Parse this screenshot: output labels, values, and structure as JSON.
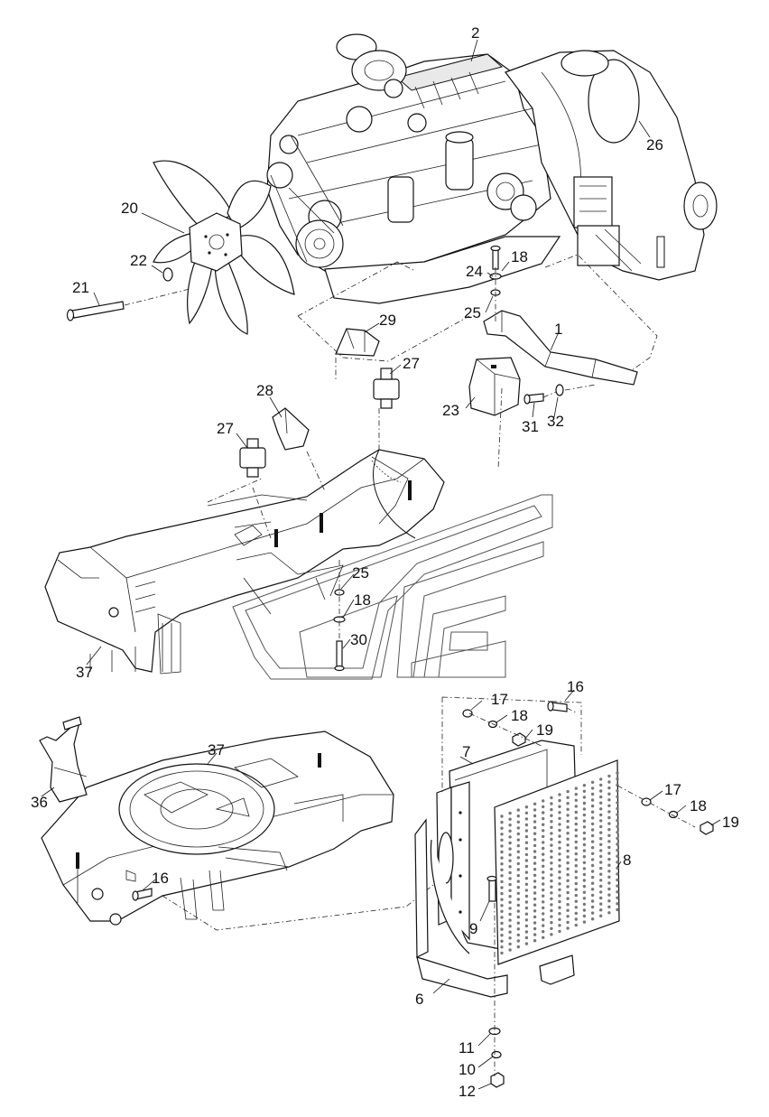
{
  "callouts": {
    "n1": "1",
    "n2": "2",
    "n6": "6",
    "n7": "7",
    "n8": "8",
    "n9": "9",
    "n10": "10",
    "n11": "11",
    "n12": "12",
    "n16a": "16",
    "n16b": "16",
    "n17a": "17",
    "n17b": "17",
    "n18a": "18",
    "n18b": "18",
    "n18c": "18",
    "n18d": "18",
    "n19a": "19",
    "n19b": "19",
    "n20": "20",
    "n21": "21",
    "n22": "22",
    "n23": "23",
    "n24": "24",
    "n25a": "25",
    "n25b": "25",
    "n26": "26",
    "n27a": "27",
    "n27b": "27",
    "n28": "28",
    "n29": "29",
    "n30": "30",
    "n31": "31",
    "n32": "32",
    "n36": "36",
    "n37a": "37",
    "n37b": "37"
  }
}
